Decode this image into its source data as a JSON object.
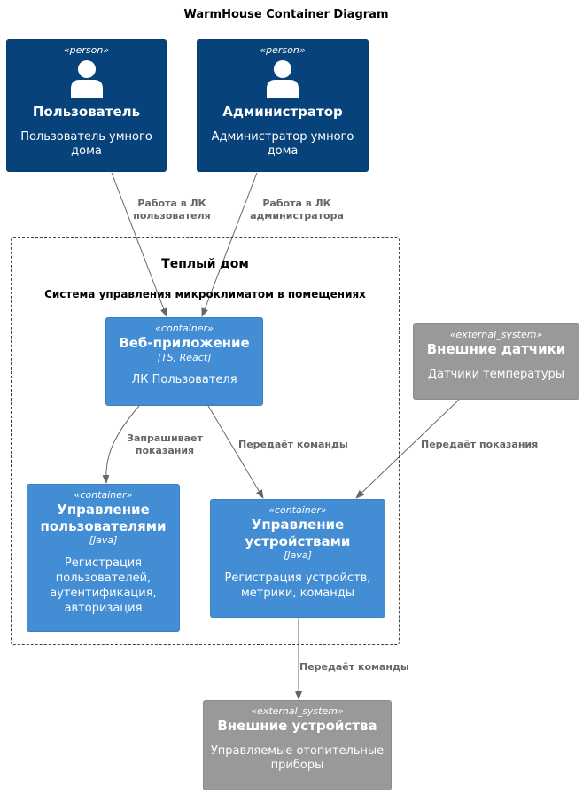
{
  "title": "WarmHouse Container Diagram",
  "boundary": {
    "name": "Теплый дом",
    "description": "Система управления микроклиматом в помещениях"
  },
  "nodes": {
    "user": {
      "stereotype": "«person»",
      "name": "Пользователь",
      "description": "Пользователь умного дома"
    },
    "admin": {
      "stereotype": "«person»",
      "name": "Администратор",
      "description": "Администратор умного дома"
    },
    "webapp": {
      "stereotype": "«container»",
      "name": "Веб-приложение",
      "tech": "[TS, React]",
      "description": "ЛК Пользователя"
    },
    "users_mgmt": {
      "stereotype": "«container»",
      "name": "Управление пользователями",
      "tech": "[Java]",
      "description": "Регистрация пользователей, аутентификация, авторизация"
    },
    "devices_mgmt": {
      "stereotype": "«container»",
      "name": "Управление устройствами",
      "tech": "[Java]",
      "description": "Регистрация устройств, метрики, команды"
    },
    "ext_sensors": {
      "stereotype": "«external_system»",
      "name": "Внешние датчики",
      "description": "Датчики температуры"
    },
    "ext_devices": {
      "stereotype": "«external_system»",
      "name": "Внешние устройства",
      "description": "Управляемые отопительные приборы"
    }
  },
  "edges": {
    "user_to_webapp": "Работа в ЛК пользователя",
    "admin_to_webapp": "Работа в ЛК администратора",
    "webapp_to_users": "Запрашивает показания",
    "webapp_to_devices": "Передаёт команды",
    "sensors_to_devices": "Передаёт показания",
    "devices_to_ext": "Передаёт команды"
  },
  "colors": {
    "person": "#08427b",
    "container": "#438dd5",
    "external_system": "#999999",
    "edge": "#666666"
  }
}
